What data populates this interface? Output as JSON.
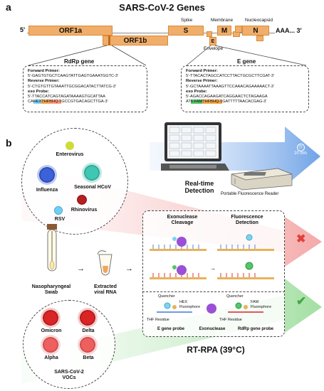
{
  "panel_a": {
    "label": "a",
    "title": "SARS-CoV-2 Genes",
    "five_prime": "5'",
    "three_prime": "AAA... 3'",
    "genes": {
      "orf1a": "ORF1a",
      "orf1b": "ORF1b",
      "s": "S",
      "e": "E",
      "m": "M",
      "n": "N"
    },
    "gene_notes": {
      "spike": "Spike",
      "membrane": "Membrane",
      "nucleocapsid": "Nucleocapsid",
      "envelope": "Envelope"
    },
    "rdrp": {
      "heading": "RdRp gene",
      "forward_label": "Forward Primer:",
      "forward_seq": "5'-GAGTGTGCTCAAGTATTGAGTGAAATGGTC-3'",
      "reverse_label": "Reverse Primer:",
      "reverse_seq": "5'-CTGTGTTGTAAATTGCGGACATACTTATCG-3'",
      "probe_label": "exo Probe:",
      "probe_seq1": "5'-TTACCATCAGTAGATAAAAGTGCATTAA",
      "probe_pre": "CA",
      "probe_hex": "HEX",
      "probe_thf": "THF",
      "probe_bhq": "BHQ-1",
      "probe_post": "GCCGTGACAGCTTGA-3'"
    },
    "egene": {
      "heading": "E gene",
      "forward_label": "Forward Primer:",
      "forward_seq": "5'-TTACACTAGCCATCCTTACTGCGCTTCGAT-3'",
      "reverse_label": "Reverse Primer:",
      "reverse_seq": "5'-GCTAAAATTAAAGTTCCAAACAGAAAAACT-3'",
      "probe_label": "exo Probe:",
      "probe_seq1": "5'-AGACCAGAAGATCAGGAACTCTAGAAGA",
      "probe_pre": "AT",
      "probe_fam": "6-FAM",
      "probe_thf": "THF",
      "probe_bhq": "BHQ-1",
      "probe_post": "GATTTTTAACACGAG-3'"
    }
  },
  "panel_b": {
    "label": "b",
    "viruses": {
      "enterovirus": "Enterovirus",
      "influenza": "Influenza",
      "seasonal_hcov": "Seasonal HCoV",
      "rsv": "RSV",
      "rhinovirus": "Rhinovirus"
    },
    "vocs": {
      "omicron": "Omicron",
      "delta": "Delta",
      "alpha": "Alpha",
      "beta": "Beta",
      "caption": "SARS-CoV-2\nVOCs"
    },
    "realtime_detection": "Real-time\nDetection",
    "reader": "Portable Fluorescence Reader",
    "timer": "20 min",
    "swab": "Nasopharyngeal\nSwab",
    "rna": "Extracted\nviral RNA",
    "exo_cleavage": "Exonuclease\nCleavage",
    "fluor_detection": "Fluorescence\nDetection",
    "quencher1": "Quencher",
    "hex_fluor": "HEX\nFluorophore",
    "thf1": "THF Residue",
    "quencher2": "Quencher",
    "fam_fluor": "FAM\nFluorophore",
    "thf2": "THF Residue",
    "e_probe": "E gene probe",
    "exonuclease": "Exonuclease",
    "rdrp_probe": "RdRp gene probe",
    "rt_rpa": "RT-RPA (39°C)",
    "colors": {
      "negative": "#e0403a",
      "positive": "#45a845",
      "arrow_blue": "#6fa3e6",
      "orange_gene": "#f0ae6a"
    }
  }
}
